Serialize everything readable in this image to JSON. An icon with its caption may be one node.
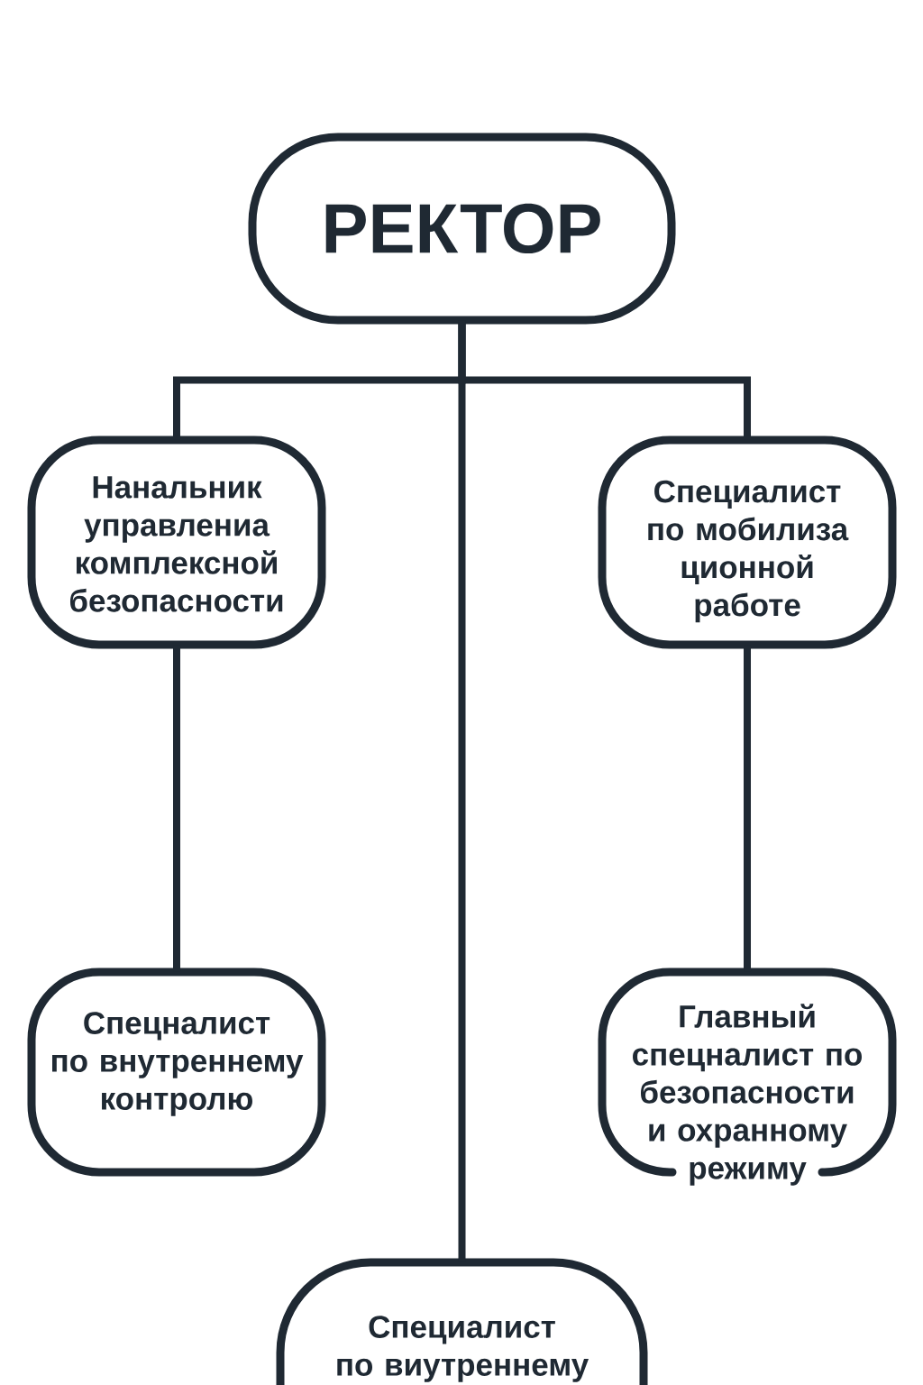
{
  "diagram": {
    "nodes": [
      {
        "text": [
          "РЕКТОР"
        ]
      },
      {
        "text": [
          "Нанальник управлениа комплексной безопасности"
        ]
      },
      {
        "text": [
          "Специалист по мобилиза ционной работе"
        ]
      },
      {
        "text": [
          "Спецналист по внутреннему контролю"
        ]
      },
      {
        "text": [
          "Главный спецналист по безопасности и охранному режиму"
        ]
      },
      {
        "text": [
          "Специалист по виутреннему"
        ]
      }
    ],
    "edges": [
      {
        "from": 0,
        "to": 1,
        "arrow": "none"
      },
      {
        "from": 0,
        "to": 2,
        "arrow": "none"
      },
      {
        "from": 0,
        "to": 5,
        "arrow": "none"
      },
      {
        "from": 1,
        "to": 3,
        "arrow": "none"
      },
      {
        "from": 2,
        "to": 4,
        "arrow": "none"
      }
    ]
  }
}
